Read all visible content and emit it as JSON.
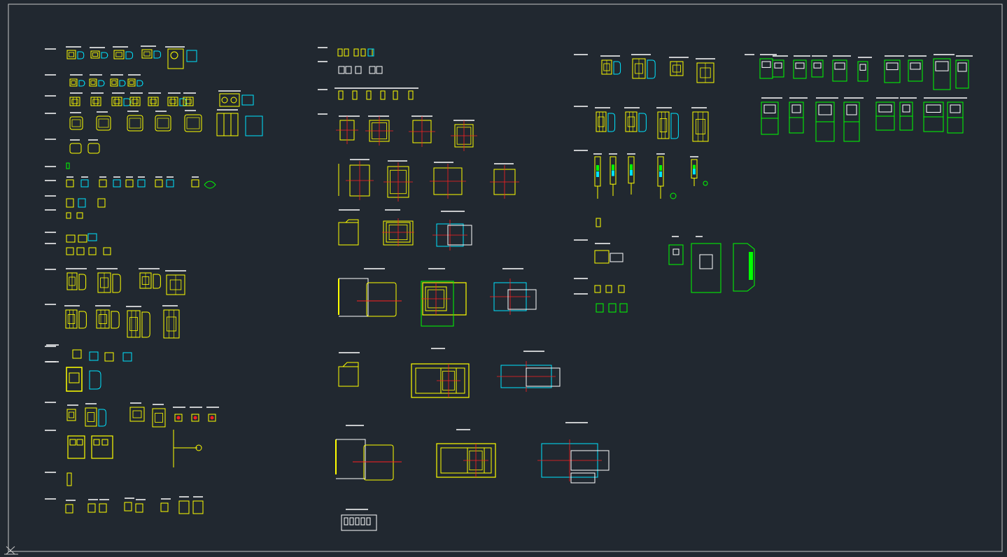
{
  "app": {
    "view": "CAD model space",
    "background_color": "#212830"
  },
  "colors": {
    "frame": "#c8c8c8",
    "yellow": "#ffff00",
    "cyan": "#00e5ff",
    "green": "#00ff00",
    "white": "#ffffff",
    "red": "#ff2020",
    "title_bar": "#ffffff"
  },
  "icons": {
    "ucs": "ucs-cross-icon"
  },
  "groups": [
    {
      "name": "group-breakers-and-contactors",
      "dominant_color": "yellow"
    },
    {
      "name": "group-acb-outlines",
      "dominant_color": "yellow"
    },
    {
      "name": "group-signal-towers-and-drives",
      "dominant_color": "yellow"
    },
    {
      "name": "group-inverter-panels",
      "dominant_color": "green"
    }
  ]
}
